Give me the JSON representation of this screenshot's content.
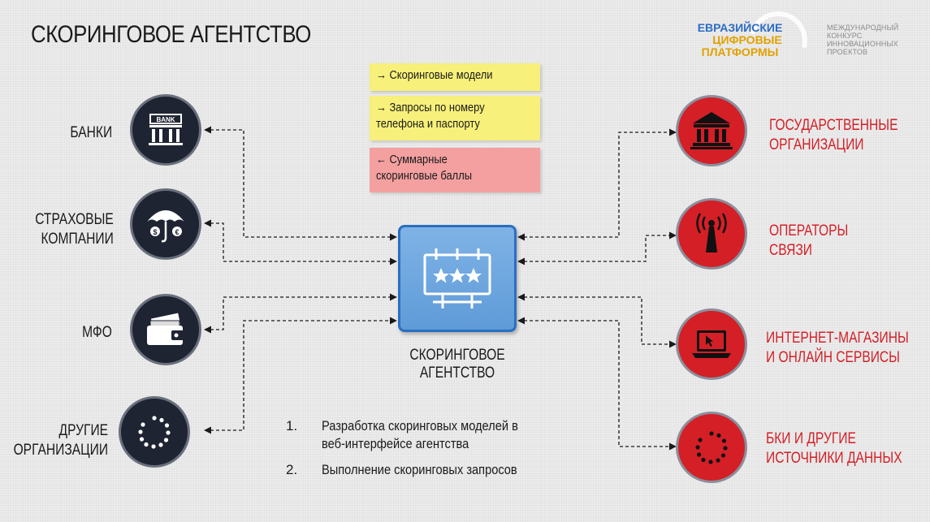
{
  "header": {
    "title": "СКОРИНГОВОЕ АГЕНТСТВО"
  },
  "logo": {
    "line1": "ЕВРАЗИЙСКИЕ",
    "line2": "ЦИФРОВЫЕ",
    "line3": "ПЛАТФОРМЫ",
    "side": [
      "МЕЖДУНАРОДНЫЙ",
      "КОНКУРС",
      "ИННОВАЦИОННЫХ",
      "ПРОЕКТОВ"
    ],
    "colors": {
      "blue": "#2b6cc4",
      "gold": "#e1a000"
    }
  },
  "legend": {
    "models": "→ Скоринговые модели",
    "requests_line1": "→ Запросы по номеру",
    "requests_line2": "телефона и паспорту",
    "scores_line1": "← Суммарные",
    "scores_line2": "скоринговые баллы"
  },
  "center": {
    "label_line1": "СКОРИНГОВОЕ",
    "label_line2": "АГЕНТСТВО",
    "icon": "billboard-stars-icon"
  },
  "left_nodes": [
    {
      "label_line1": "БАНКИ",
      "label_line2": "",
      "icon": "bank-icon"
    },
    {
      "label_line1": "СТРАХОВЫЕ",
      "label_line2": "КОМПАНИИ",
      "icon": "umbrella-money-icon"
    },
    {
      "label_line1": "МФО",
      "label_line2": "",
      "icon": "wallet-icon"
    },
    {
      "label_line1": "ДРУГИЕ",
      "label_line2": "ОРГАНИЗАЦИИ",
      "icon": "dots-circle-icon"
    }
  ],
  "right_nodes": [
    {
      "label_line1": "ГОСУДАРСТВЕННЫЕ",
      "label_line2": "ОРГАНИЗАЦИИ",
      "icon": "government-building-icon"
    },
    {
      "label_line1": "ОПЕРАТОРЫ",
      "label_line2": "СВЯЗИ",
      "icon": "antenna-icon"
    },
    {
      "label_line1": "ИНТЕРНЕТ-МАГАЗИНЫ",
      "label_line2": "И ОНЛАЙН СЕРВИСЫ",
      "icon": "laptop-cursor-icon"
    },
    {
      "label_line1": "БКИ И ДРУГИЕ",
      "label_line2": "ИСТОЧНИКИ ДАННЫХ",
      "icon": "dots-circle-icon"
    }
  ],
  "steps": [
    {
      "num": "1.",
      "line1": "Разработка скоринговых моделей в",
      "line2": "веб-интерфейсе агентства"
    },
    {
      "num": "2.",
      "line1": "Выполнение скоринговых запросов",
      "line2": ""
    }
  ],
  "colors": {
    "dark_circle": "#1f2433",
    "red_circle": "#d41f26",
    "yellow_box": "#f7f07a",
    "pink_box": "#f4a0a0",
    "agency_blue": "#5f9bd8"
  }
}
